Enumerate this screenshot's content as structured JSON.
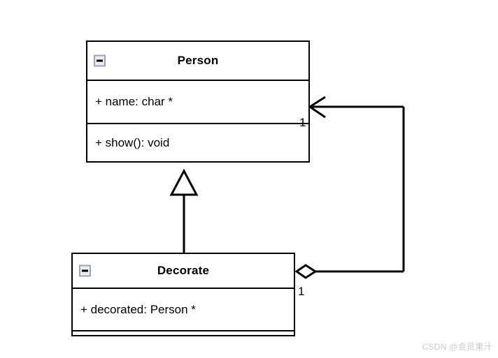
{
  "diagram": {
    "type": "uml-class-diagram",
    "background_color": "#ffffff",
    "line_color": "#000000",
    "classes": [
      {
        "id": "person",
        "name": "Person",
        "collapse_icon": "minus-icon",
        "attributes": [
          "+ name: char *"
        ],
        "operations": [
          "+ show(): void"
        ]
      },
      {
        "id": "decorate",
        "name": "Decorate",
        "collapse_icon": "minus-icon",
        "attributes": [
          "+ decorated: Person *"
        ],
        "operations": []
      }
    ],
    "relationships": [
      {
        "id": "generalization",
        "type": "generalization",
        "from": "Decorate",
        "to": "Person",
        "arrow": "hollow-triangle"
      },
      {
        "id": "aggregation",
        "type": "aggregation",
        "from": "Decorate",
        "to": "Person",
        "arrow": "open-arrow",
        "source_decoration": "hollow-diamond",
        "source_multiplicity": "1",
        "target_multiplicity": "1"
      }
    ]
  },
  "watermark": {
    "text": "CSDN @会员果汁",
    "color": "#c9c9c9"
  }
}
